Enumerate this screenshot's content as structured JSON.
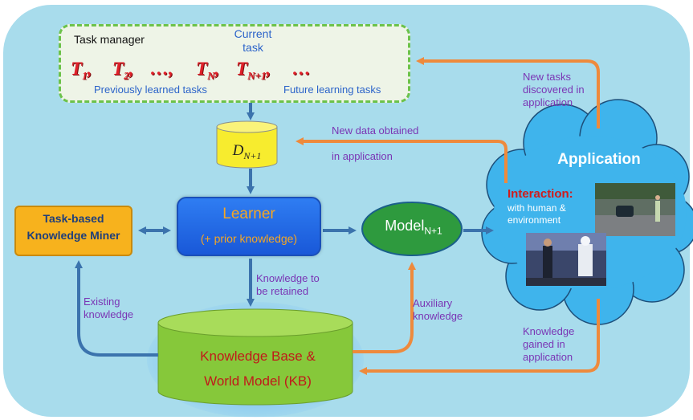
{
  "task_manager": {
    "title": "Task manager",
    "current_task_line1": "Current",
    "current_task_line2": "task",
    "tasks": [
      {
        "main": "T",
        "sub": "1",
        "sep": ","
      },
      {
        "main": "T",
        "sub": "2",
        "sep": ","
      },
      {
        "main": "…",
        "sub": "",
        "sep": ","
      },
      {
        "main": "T",
        "sub": "N",
        "sep": ","
      },
      {
        "main": "T",
        "sub": "N+1",
        "sep": ","
      },
      {
        "main": "…",
        "sub": "",
        "sep": ""
      }
    ],
    "previously_learned": "Previously learned tasks",
    "future_learning": "Future learning tasks"
  },
  "data_node": {
    "main": "D",
    "sub": "N+1"
  },
  "learner": {
    "title": "Learner",
    "subtitle": "(+ prior knowledge)"
  },
  "miner": {
    "line1": "Task-based",
    "line2": "Knowledge Miner"
  },
  "model": {
    "main": "Model",
    "sub": "N+1"
  },
  "knowledge_base": {
    "line1": "Knowledge Base &",
    "line2": "World Model (KB)"
  },
  "labels": {
    "new_data_line1": "New data obtained",
    "new_data_line2": "in application",
    "new_tasks": [
      "New tasks",
      "discovered in",
      "application"
    ],
    "knowledge_retained": [
      "Knowledge to",
      "be retained"
    ],
    "existing_knowledge": [
      "Existing",
      "knowledge"
    ],
    "auxiliary_knowledge": [
      "Auxiliary",
      "knowledge"
    ],
    "knowledge_gained": [
      "Knowledge",
      "gained in",
      "application"
    ]
  },
  "application": {
    "title": "Application",
    "interaction": "Interaction:",
    "with_line1": "with human &",
    "with_line2": "environment"
  },
  "colors": {
    "background": "#a8dcec",
    "orange_arrow": "#ee8a3c",
    "blue_arrow": "#3b73ad",
    "learner": "#1f6ae6",
    "miner": "#f7b21d",
    "model": "#2e9a3e",
    "kb": "#86c83a",
    "data_node": "#f7ec2e",
    "cloud": "#3fb4ec",
    "purple_text": "#7a35b4"
  }
}
